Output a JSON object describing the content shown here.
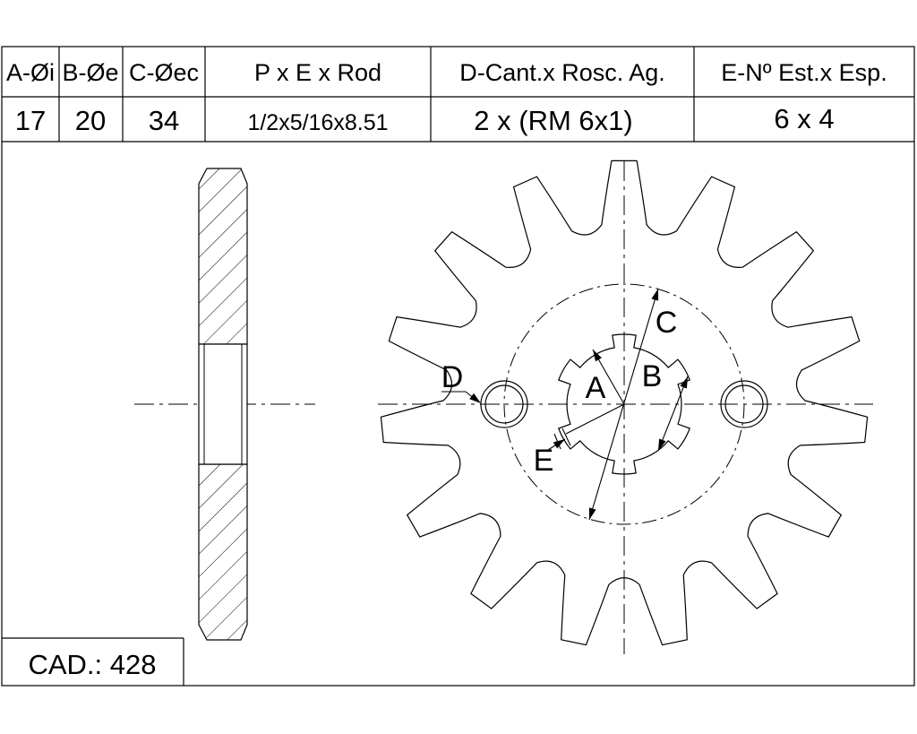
{
  "table": {
    "headers": [
      "A-Øi",
      "B-Øe",
      "C-Øec",
      "P x E x Rod",
      "D-Cant.x Rosc. Ag.",
      "E-Nº Est.x Esp."
    ],
    "values": [
      "17",
      "20",
      "34",
      "1/2x5/16x8.51",
      "2 x (RM 6x1)",
      "6 x 4"
    ]
  },
  "cad_label": "CAD.: 428",
  "callouts": {
    "a": "A",
    "b": "B",
    "c": "C",
    "d": "D",
    "e": "E"
  },
  "sprocket": {
    "teeth": 15,
    "splines": 6,
    "bolt_holes": 2
  }
}
